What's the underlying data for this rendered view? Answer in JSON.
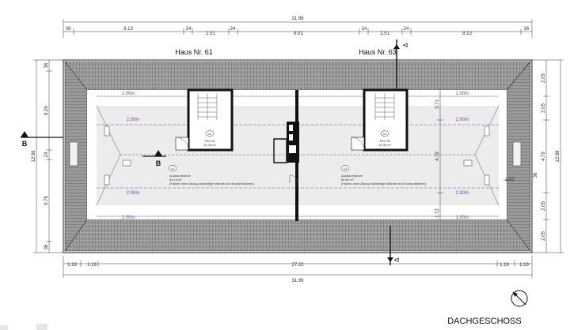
{
  "drawing": {
    "title": "DACHGESCHOSS",
    "houses": {
      "left": "Haus Nr. 61",
      "right": "Haus Nr. 63"
    },
    "section_marker": "B"
  },
  "dimensions": {
    "top_total": "31.99",
    "top_segments": [
      "36",
      "8.13",
      "24",
      "2.51",
      "24",
      "9.01",
      "24",
      "2.51",
      "24",
      "8.13",
      "36"
    ],
    "bottom_total": "31.99",
    "bottom_segments": [
      "1.19",
      "1.19",
      "27.22",
      "1.19",
      "1.19"
    ],
    "left_total": "12.99",
    "left_segments": [
      "36",
      "8.26",
      "24",
      "5.76",
      "36"
    ],
    "right_outer_total": "12.88",
    "right_outer_segments": [
      "2.05",
      "2.05",
      "4.79",
      "2.05",
      "2.05"
    ],
    "right_inner": "36",
    "interior_vertical": {
      "left": "3.71",
      "middle": "4.79",
      "bottom": "1.72"
    },
    "interior_small": "2.02",
    "eave_offset": "1.00m",
    "ridge_offset": "2.00m"
  },
  "rooms": {
    "stair_left": {
      "number": "15",
      "area_label": "TRH 61",
      "area": "15.36 m²"
    },
    "stair_right": {
      "number": "16",
      "area_label": "TRH 63",
      "area": "15.36 m²"
    },
    "attic_left": {
      "number": "14",
      "name": "Ausbaureserve",
      "area": "84.13 m²",
      "note": "(Fläche ohne Abzug zukünftiger Wände und Konstruktionen)"
    },
    "attic_right": {
      "number": "13",
      "name": "Ausbaureserve",
      "area": "86.60 m²",
      "note": "(Fläche ohne Abzug zukünftiger Wände und Konstruktionen)"
    }
  }
}
